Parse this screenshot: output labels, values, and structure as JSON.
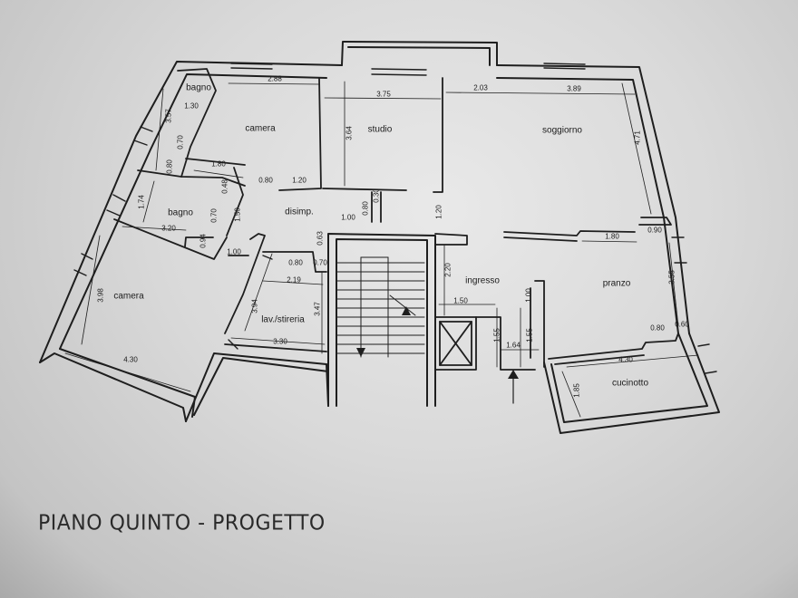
{
  "title": "PIANO QUINTO - PROGETTO",
  "rooms": {
    "bagno_top": "bagno",
    "camera_top": "camera",
    "studio": "studio",
    "soggiorno": "soggiorno",
    "bagno_mid": "bagno",
    "disimp": "disimp.",
    "camera_bottom": "camera",
    "lav_stireria": "lav./stireria",
    "ingresso": "ingresso",
    "pranzo": "pranzo",
    "cucinotto": "cucinotto"
  },
  "dimensions": {
    "d_2_88": "2.88",
    "d_3_75": "3.75",
    "d_2_03": "2.03",
    "d_3_89": "3.89",
    "d_3_57": "3.57",
    "d_1_30": "1.30",
    "d_0_70a": "0.70",
    "d_0_80a": "0.80",
    "d_1_80a": "1.80",
    "d_0_48": "0.48",
    "d_0_80b": "0.80",
    "d_1_20a": "1.20",
    "d_3_64": "3.64",
    "d_4_71": "4.71",
    "d_1_74": "1.74",
    "d_0_70b": "0.70",
    "d_1_50a": "1.50",
    "d_3_20": "3.20",
    "d_0_94": "0.94",
    "d_1_00a": "1.00",
    "d_1_00b": "1.00",
    "d_0_80c": "0.80",
    "d_0_30": "0.30",
    "d_1_20b": "1.20",
    "d_0_63": "0.63",
    "d_0_80d": "0.80",
    "d_0_70c": "0.70",
    "d_2_19": "2.19",
    "d_3_98": "3.98",
    "d_3_94": "3.94",
    "d_3_47": "3.47",
    "d_3_30": "3.30",
    "d_4_30a": "4.30",
    "d_2_20": "2.20",
    "d_1_50b": "1.50",
    "d_1_00c": "1.00",
    "d_1_55a": "1.55",
    "d_1_64": "1.64",
    "d_1_55b": "1.55",
    "d_1_80b": "1.80",
    "d_0_90": "0.90",
    "d_3_55": "3.55",
    "d_0_80e": "0.80",
    "d_0_60": "0.60",
    "d_4_30b": "4.30",
    "d_1_85": "1.85"
  }
}
